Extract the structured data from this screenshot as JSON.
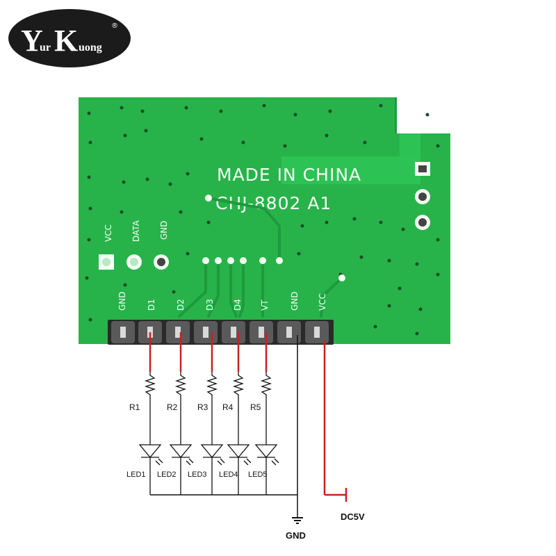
{
  "logo": {
    "text_left": "Y",
    "text_small_left": "ur",
    "text_right": "K",
    "text_small_right": "uong",
    "registered": "®"
  },
  "board": {
    "made_in": "MADE IN CHINA",
    "model": "CHJ-8802 A1",
    "top_pins": [
      "VCC",
      "DATA",
      "GND"
    ],
    "header_pins": [
      "GND",
      "D1",
      "D2",
      "D3",
      "D4",
      "VT",
      "GND",
      "VCC"
    ],
    "colors": {
      "pcb": "#27b34a",
      "silk": "#f4fff4",
      "trace_red": "#cc1f1f"
    }
  },
  "schematic": {
    "resistors": [
      "R1",
      "R2",
      "R3",
      "R4",
      "R5"
    ],
    "leds": [
      "LED1",
      "LED2",
      "LED3",
      "LED4",
      "LED5"
    ],
    "gnd_label": "GND",
    "power_label": "DC5V"
  }
}
